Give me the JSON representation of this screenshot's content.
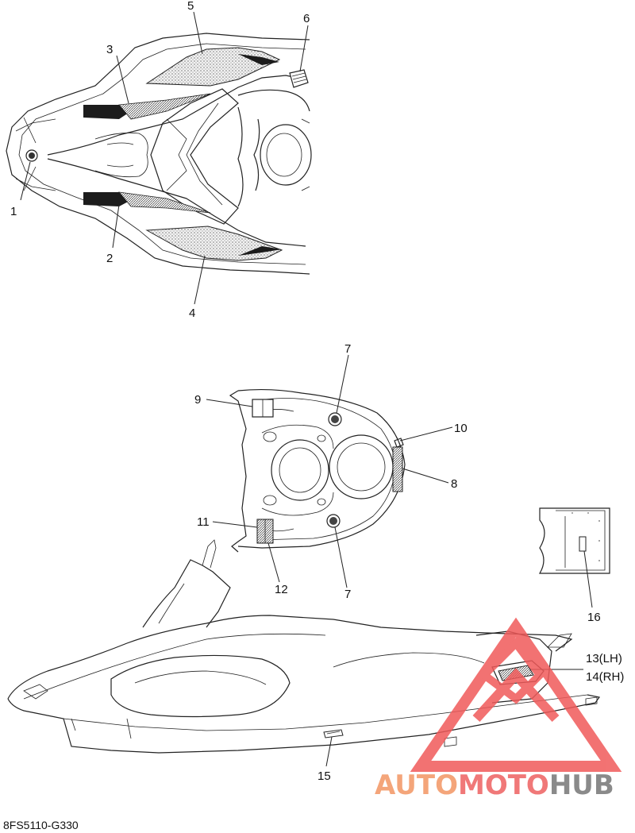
{
  "diagram": {
    "callouts": {
      "c1": "1",
      "c2": "2",
      "c3": "3",
      "c4": "4",
      "c5": "5",
      "c6": "6",
      "c7a": "7",
      "c7b": "7",
      "c8": "8",
      "c9": "9",
      "c10": "10",
      "c11": "11",
      "c12": "12",
      "c13": "13(LH)",
      "c14": "14(RH)",
      "c15": "15",
      "c16": "16"
    },
    "reference_code": "8FS5110-G330"
  },
  "watermark": {
    "part1": "AUTO",
    "part2": "MOTO",
    "part3": "HUB",
    "colors": {
      "auto": "#f4a57a",
      "moto": "#f07878",
      "hub": "#8a8a8a",
      "triangle": "#f05a5a"
    }
  }
}
